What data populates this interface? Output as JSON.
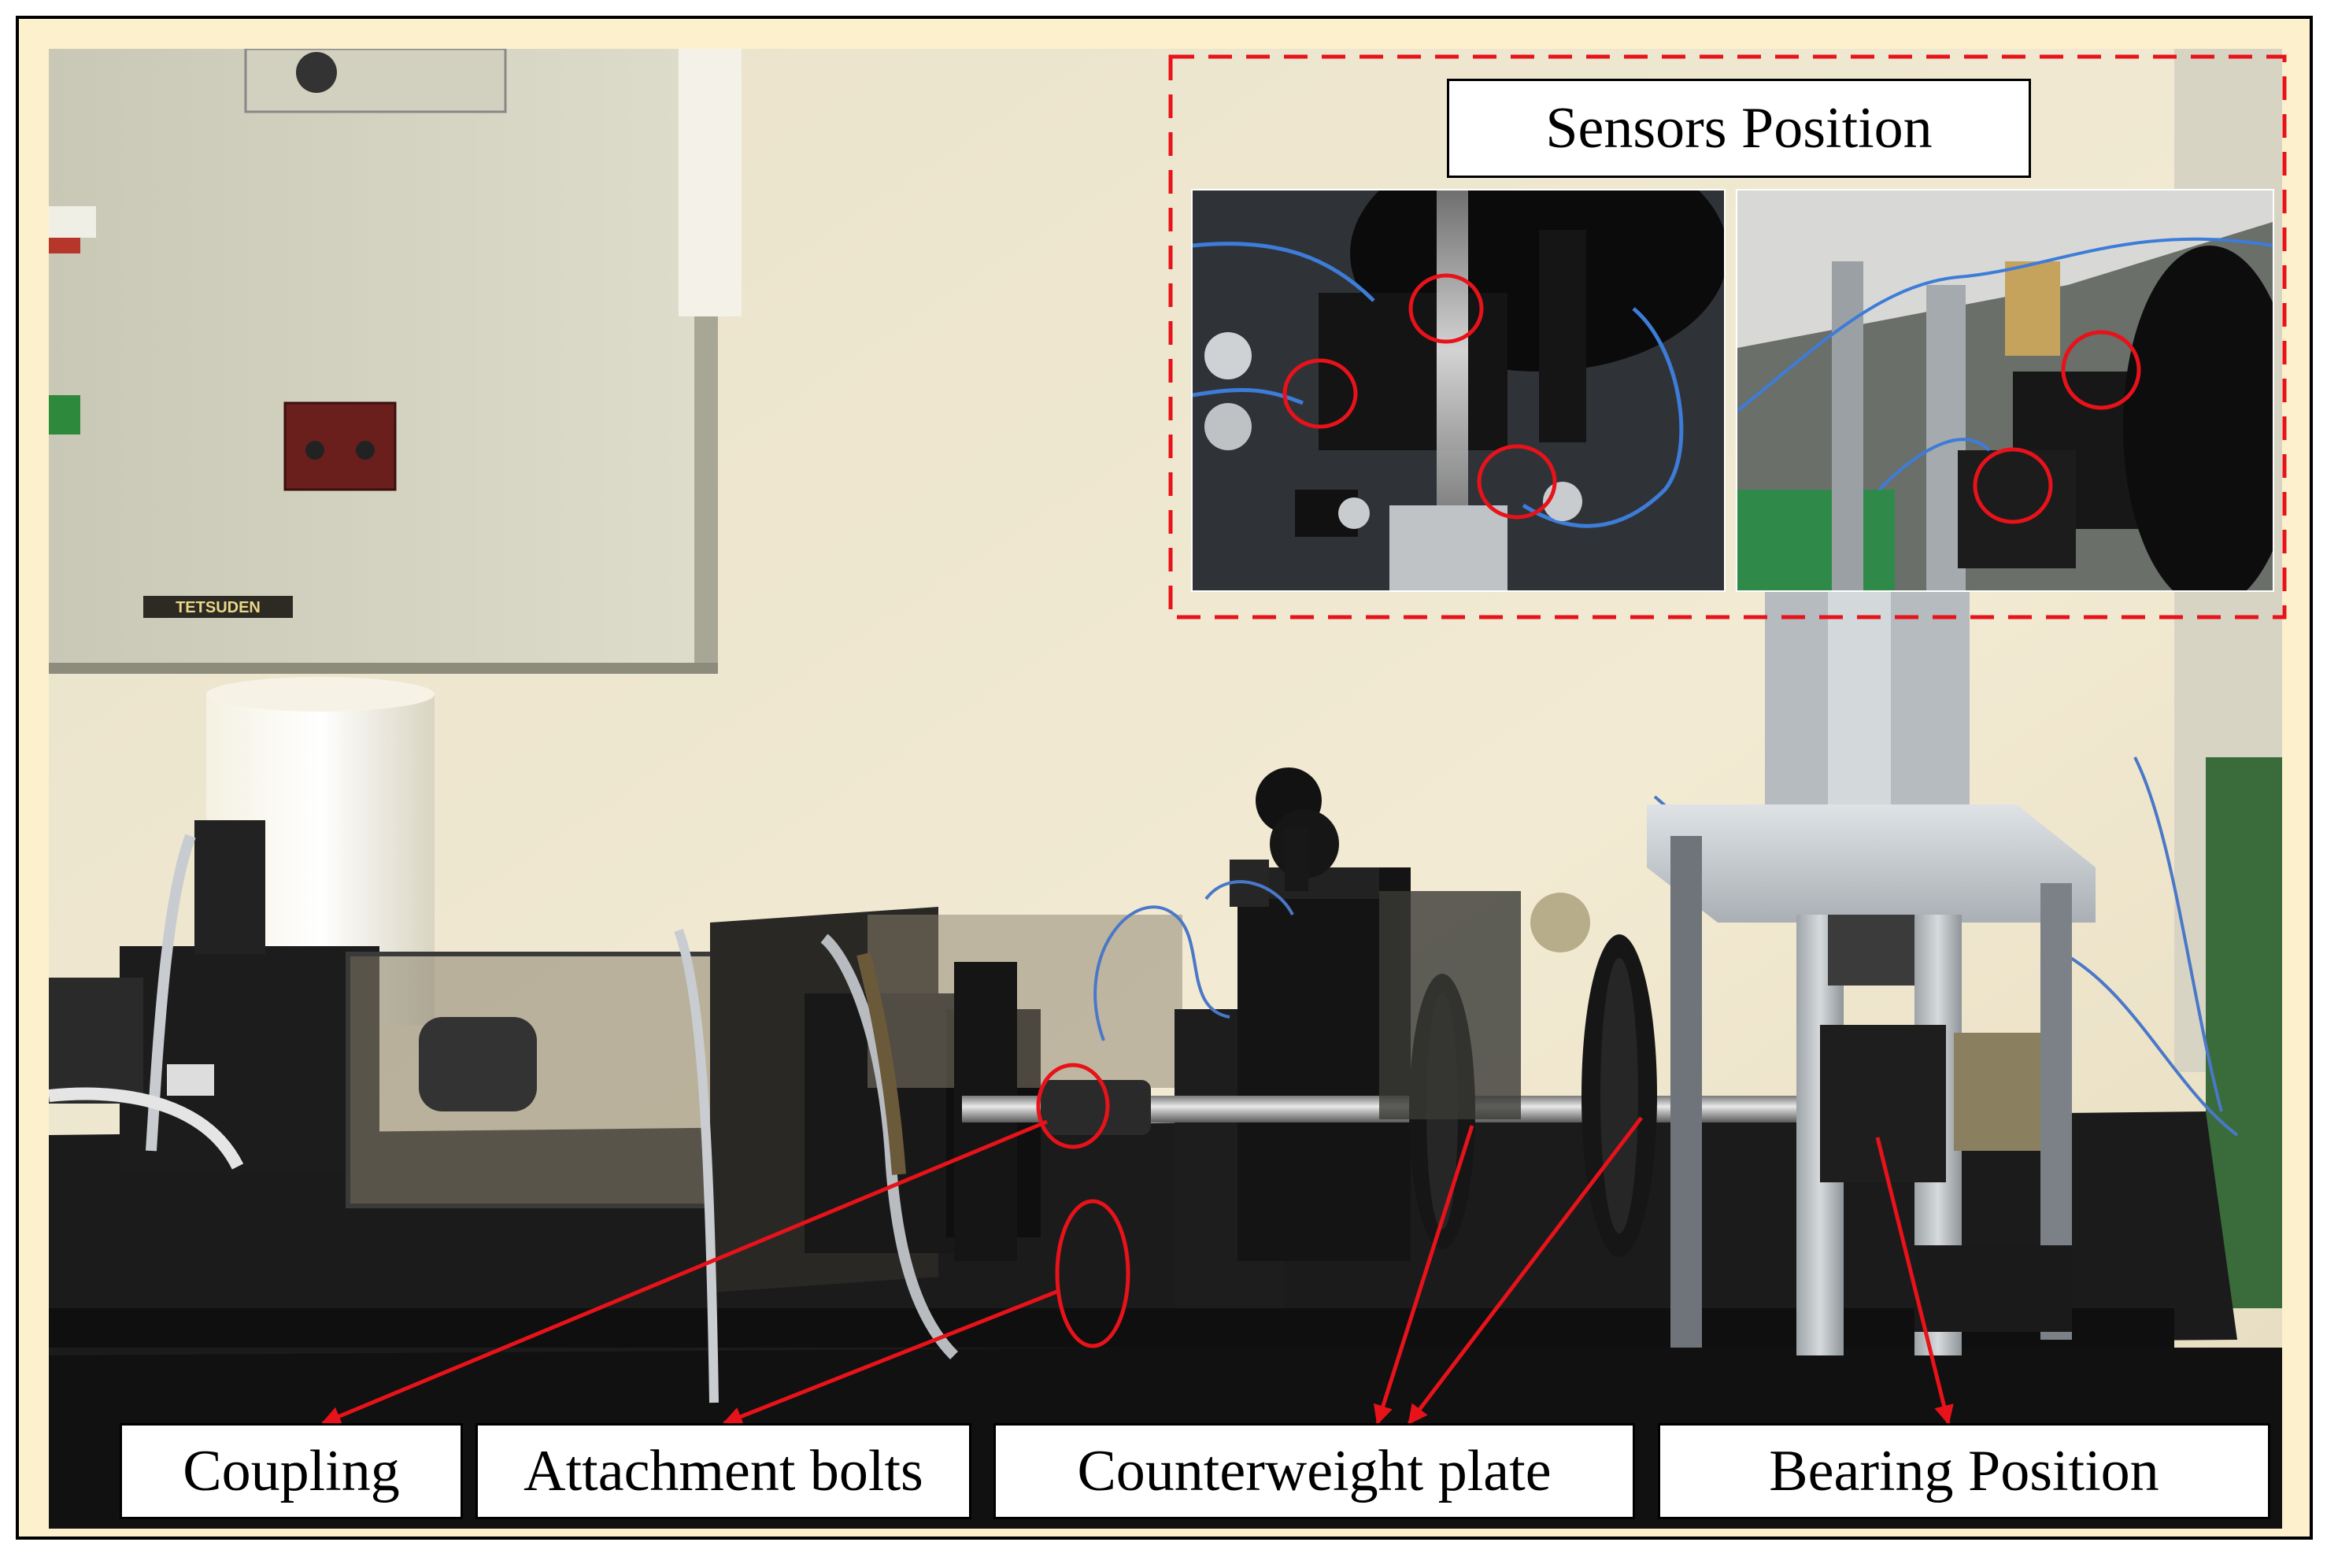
{
  "sensors_title": "Sensors Position",
  "labels": {
    "coupling": "Coupling",
    "bolts": "Attachment bolts",
    "counterweight": "Counterweight plate",
    "bearing": "Bearing Position"
  },
  "panel_brand": "TETSUDEN",
  "colors": {
    "annotation_red": "#e8121a",
    "frame_bg": "#fdf0cc",
    "wall": "#efe7cf",
    "bench": "#1a1a1a"
  }
}
